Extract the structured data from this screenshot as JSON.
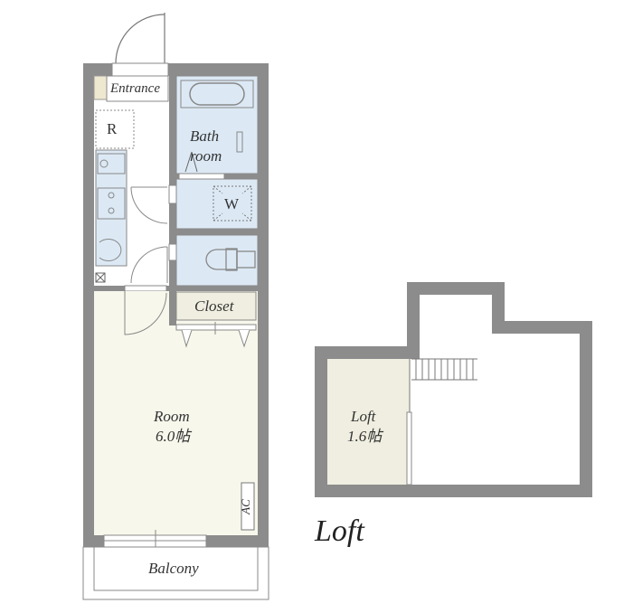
{
  "floor_plan": {
    "rooms": {
      "entrance": "Entrance",
      "refrigerator": "R",
      "bathroom_line1": "Bath",
      "bathroom_line2": "room",
      "washer": "W",
      "closet": "Closet",
      "room_name": "Room",
      "room_size": "6.0帖",
      "ac": "AC",
      "balcony": "Balcony"
    },
    "loft": {
      "name": "Loft",
      "size": "1.6帖",
      "caption": "Loft"
    },
    "colors": {
      "wall": "#8c8c8c",
      "wet_area": "#dce9f5",
      "room_floor": "#f7f7ec",
      "closet_floor": "#efeee0",
      "loft_floor": "#efeee0"
    }
  }
}
